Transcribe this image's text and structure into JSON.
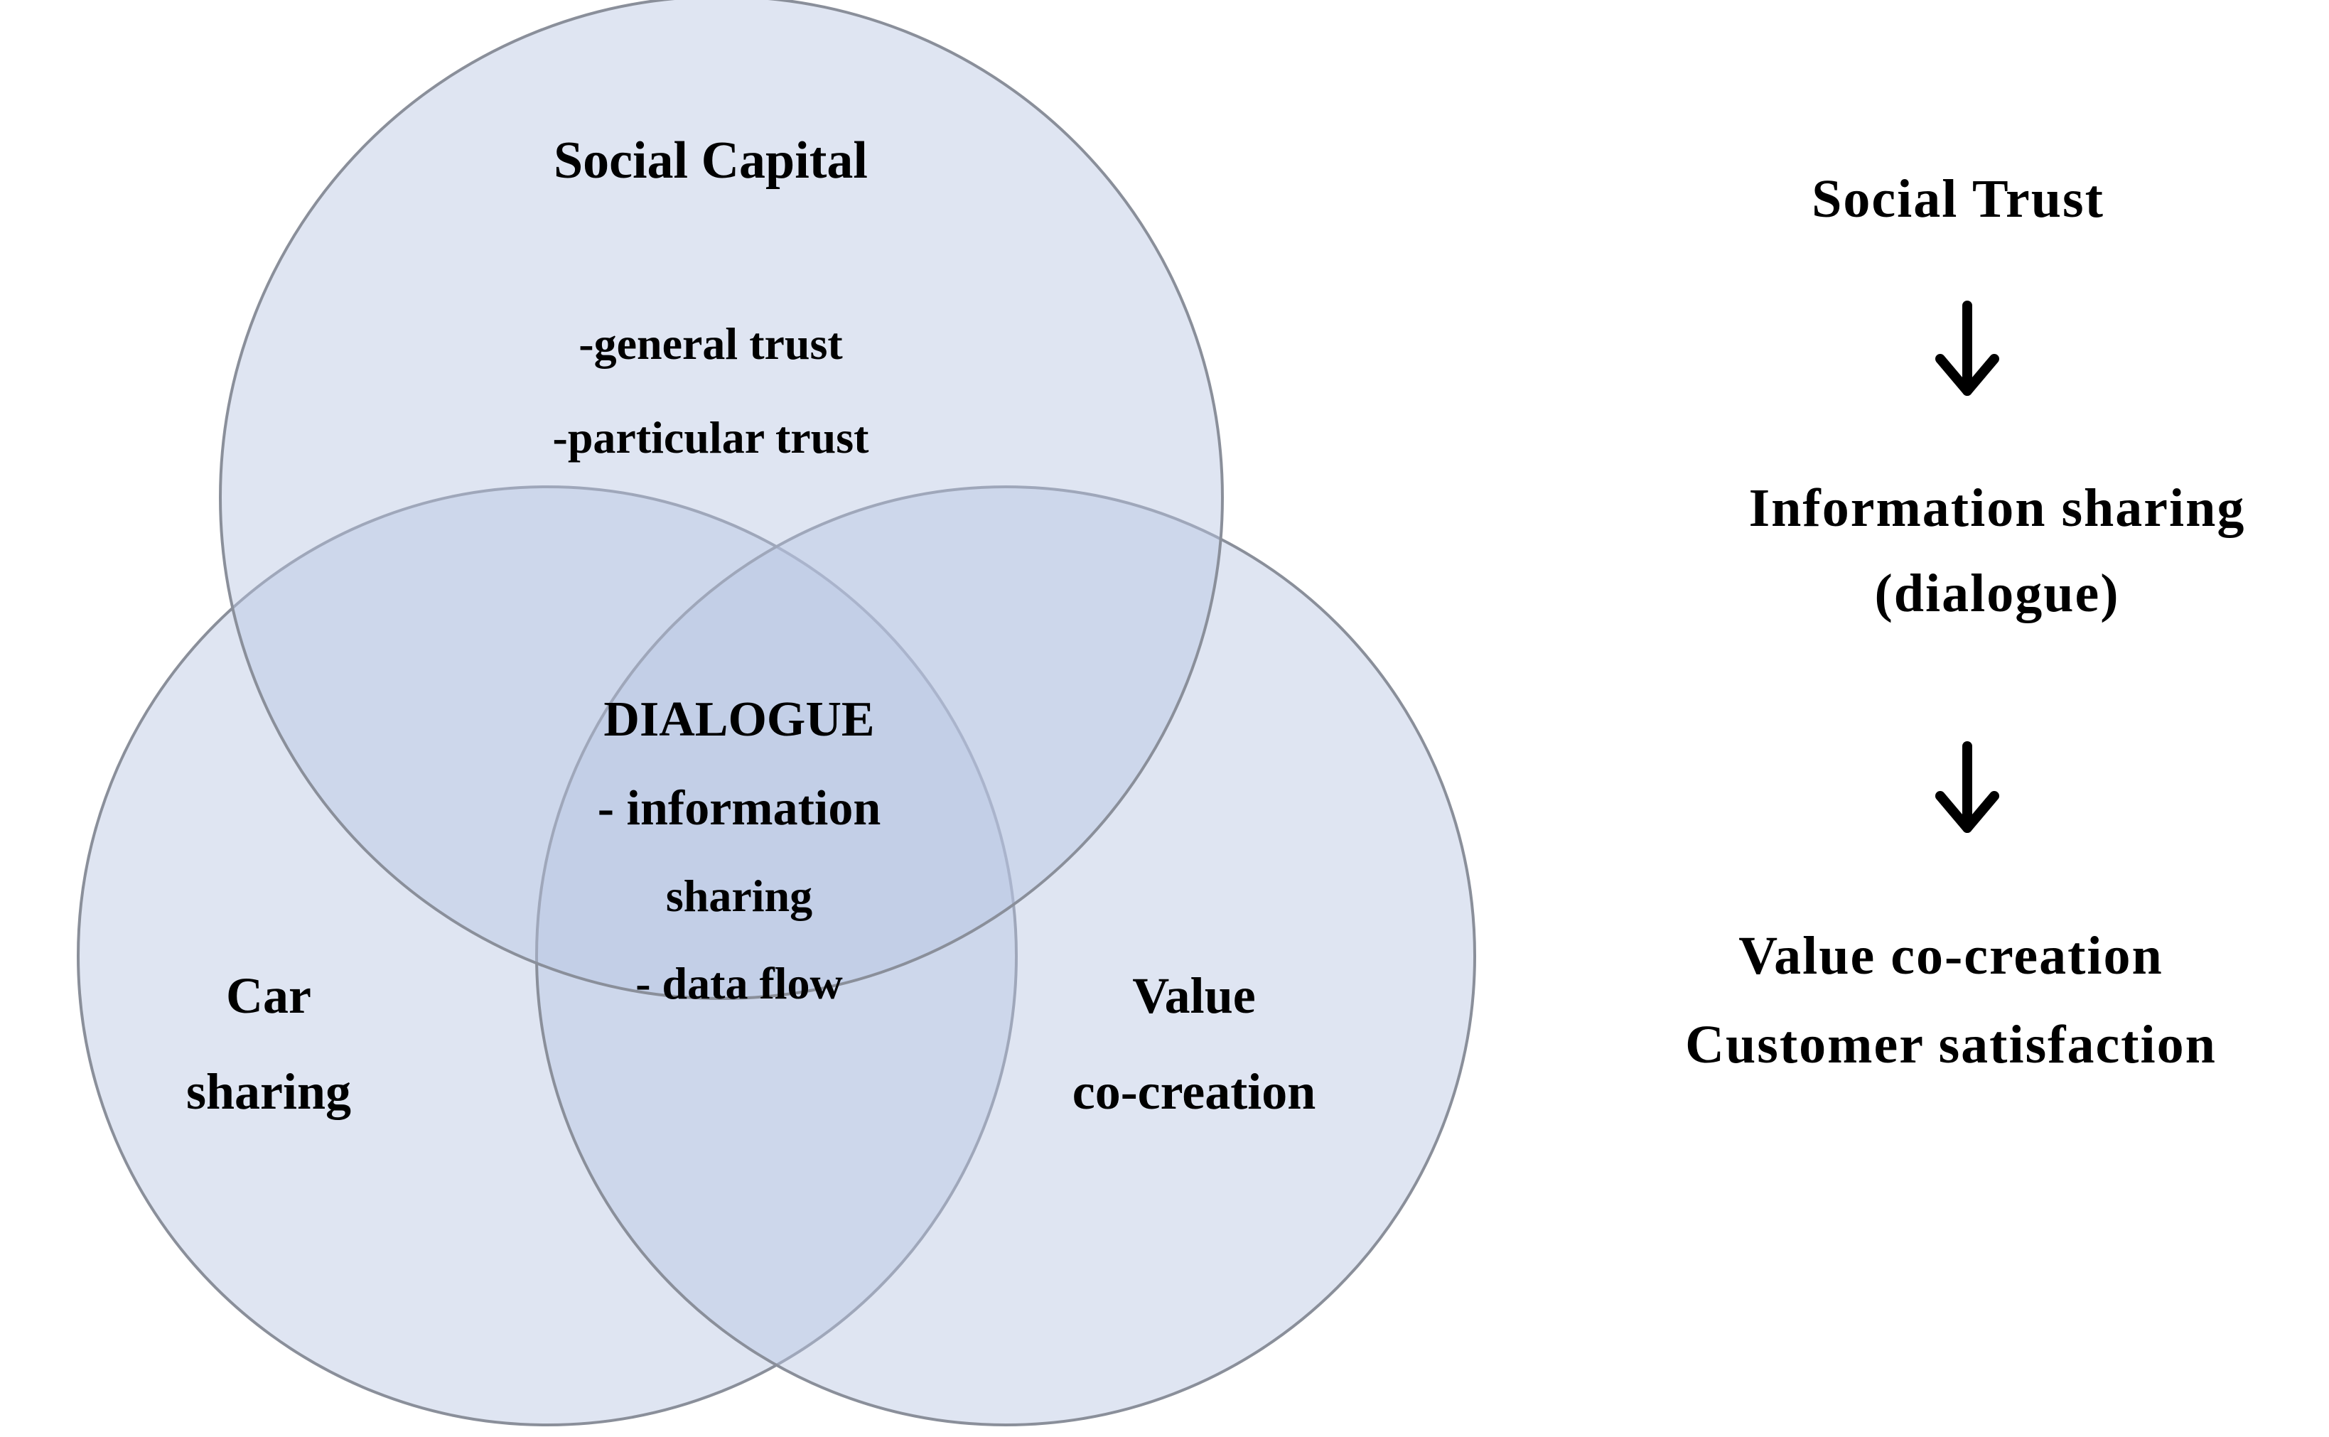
{
  "venn": {
    "top": {
      "title": "Social Capital",
      "items": [
        "-general trust",
        "-particular trust"
      ]
    },
    "left": {
      "lines": [
        "Car",
        "sharing"
      ]
    },
    "right": {
      "lines": [
        "Value",
        "co-creation"
      ]
    },
    "center": {
      "lines": [
        "DIALOGUE",
        "- information",
        "sharing",
        "- data flow"
      ]
    },
    "colors": {
      "circle_fill": "#b8c6e3",
      "circle_stroke": "#8a8f9a"
    }
  },
  "flow": {
    "step1": "Social Trust",
    "step2": [
      "Information sharing",
      "(dialogue)"
    ],
    "step3": [
      "Value co-creation",
      "Customer satisfaction"
    ],
    "arrow_icon": "arrow-down-icon"
  }
}
